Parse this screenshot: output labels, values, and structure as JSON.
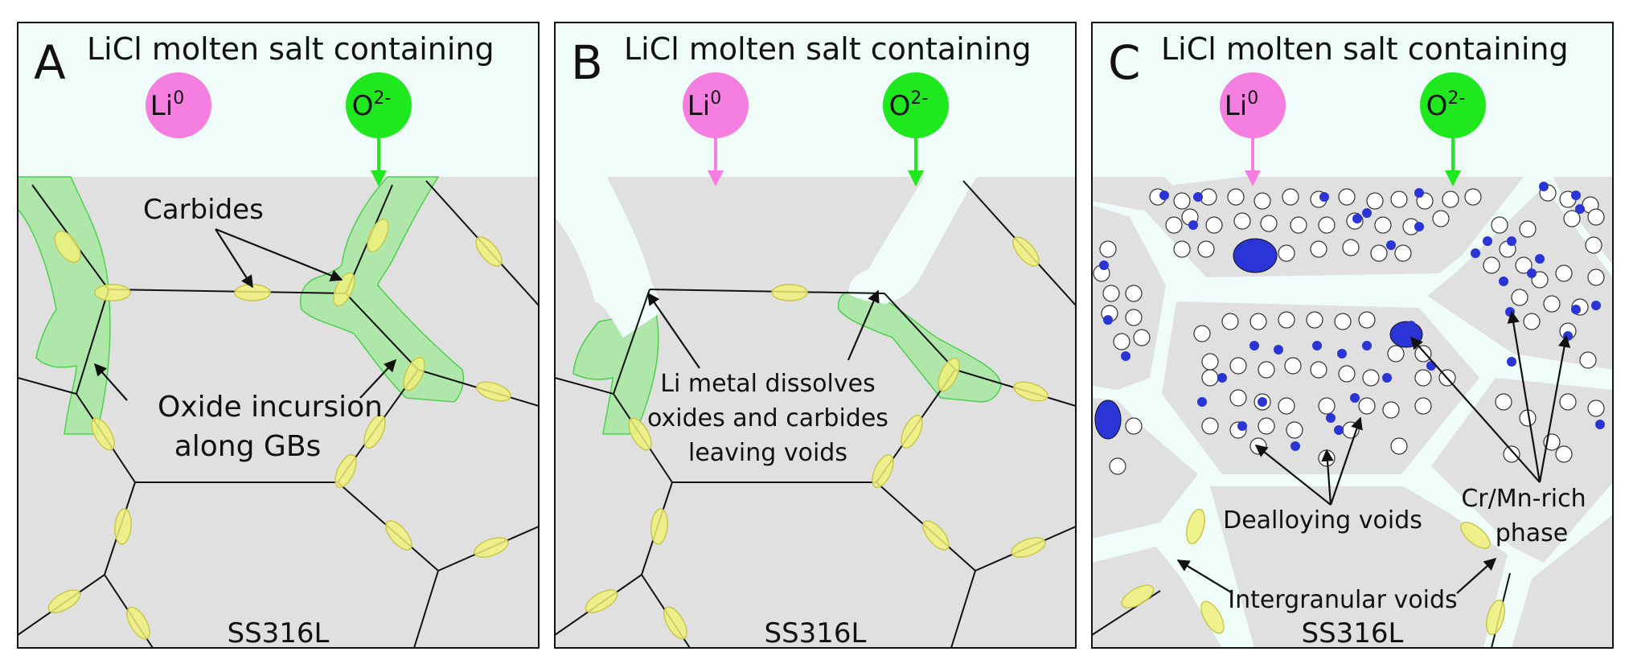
{
  "panels": [
    {
      "letter": "A",
      "header": "LiCl molten salt containing",
      "li_label": "Li",
      "li_sup": "0",
      "o_label": "O",
      "o_sup": "2-",
      "material": "SS316L",
      "annotations": [
        "Carbides",
        "Oxide incursion",
        "along GBs"
      ]
    },
    {
      "letter": "B",
      "header": "LiCl molten salt containing",
      "li_label": "Li",
      "li_sup": "0",
      "o_label": "O",
      "o_sup": "2-",
      "material": "SS316L",
      "annotations": [
        "Li metal dissolves",
        "oxides and carbides",
        "leaving voids"
      ]
    },
    {
      "letter": "C",
      "header": "LiCl molten salt containing",
      "li_label": "Li",
      "li_sup": "0",
      "o_label": "O",
      "o_sup": "2-",
      "material": "SS316L",
      "annotations": [
        "Dealloying voids",
        "Cr/Mn-rich",
        "phase",
        "Intergranular voids"
      ]
    }
  ],
  "colors": {
    "salt": "#effcfa",
    "metal": "#e0e0e0",
    "li_ion": "#f57fe0",
    "o_ion": "#1fe81f",
    "oxide": "#a6e8a0",
    "carbide": "#f0f07a",
    "cr_mn_phase": "#2b35d6"
  }
}
